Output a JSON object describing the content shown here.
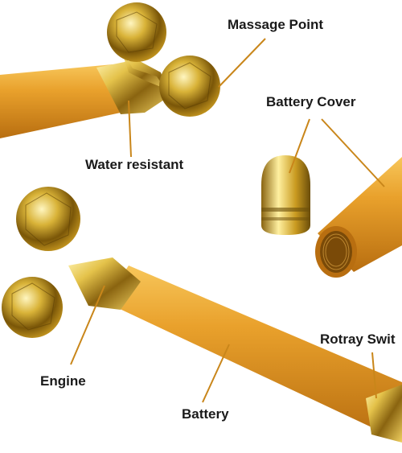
{
  "labels": {
    "massage_point": "Massage Point",
    "water_resistant": "Water resistant",
    "battery_cover": "Battery Cover",
    "rotary_switch": "Rotray Swit",
    "engine": "Engine",
    "battery": "Battery"
  },
  "colors": {
    "background": "#ffffff",
    "handle_orange": "#e9a12c",
    "gold": "#d8b23a",
    "gold_dark": "#6b4e0a",
    "leader_line": "#c9861a",
    "label_text": "#1a1a1a"
  }
}
